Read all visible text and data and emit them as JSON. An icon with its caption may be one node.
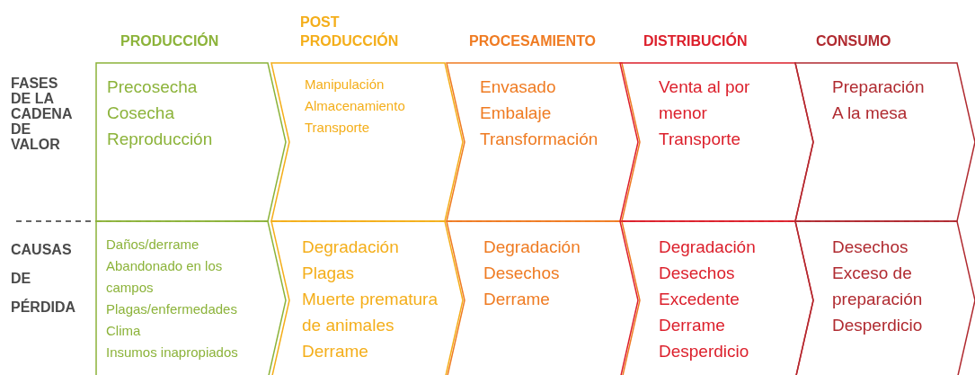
{
  "diagram": {
    "nodes": [
      {
        "text": [
          "PRODUCCIÓN",
          "Precosecha",
          "Cosecha",
          "Reproducción"
        ]
      },
      {
        "text": [
          "POST PRODUCCIÓN",
          "Manipulación",
          "Almacenamiento",
          "Transporte"
        ]
      },
      {
        "text": [
          "PROCESAMIENTO",
          "Envasado",
          "Embalaje",
          "Transformación"
        ]
      },
      {
        "text": [
          "DISTRIBUCIÓN",
          "Venta al por menor",
          "Transporte"
        ]
      },
      {
        "text": [
          "CONSUMO",
          "Preparación",
          "A la mesa"
        ]
      },
      {
        "text": [
          "Daños/derrame",
          "Abandonado en los campos",
          "Plagas/enfermedades",
          "Clima",
          "Insumos inapropiados"
        ]
      },
      {
        "text": [
          "Degradación",
          "Plagas",
          "Muerte prematura de animales",
          "Derrame"
        ]
      },
      {
        "text": [
          "Degradación",
          "Desechos",
          "Derrame"
        ]
      },
      {
        "text": [
          "Degradación",
          "Desechos",
          "Excedente",
          "Derrame",
          "Desperdicio"
        ]
      },
      {
        "text": [
          "Desechos",
          "Exceso de preparación",
          "Desperdicio"
        ]
      }
    ],
    "labels": [
      "FASES DE LA CADENA DE VALOR",
      "CAUSAS DE PÉRDIDA"
    ]
  }
}
